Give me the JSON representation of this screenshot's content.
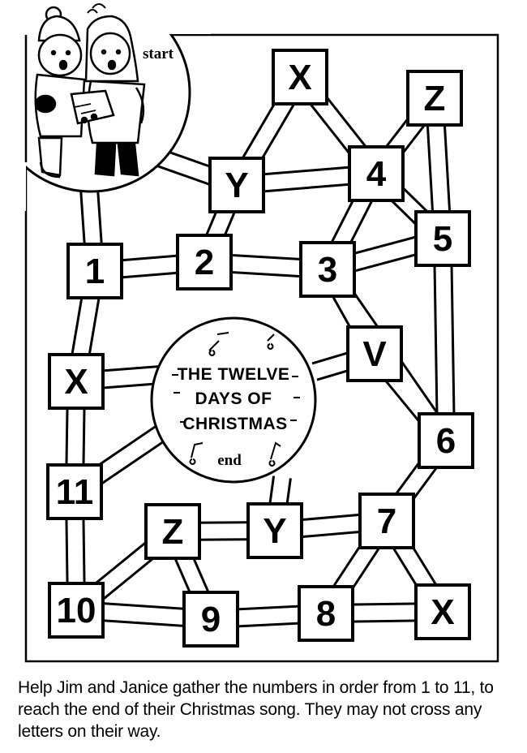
{
  "puzzle": {
    "start_label": "start",
    "end_label": "end",
    "title_lines": [
      "THE TWELVE",
      "DAYS OF",
      "CHRISTMAS"
    ],
    "nodes": [
      {
        "id": "n1",
        "label": "1"
      },
      {
        "id": "n2",
        "label": "2"
      },
      {
        "id": "n3",
        "label": "3"
      },
      {
        "id": "n4",
        "label": "4"
      },
      {
        "id": "n5",
        "label": "5"
      },
      {
        "id": "n6",
        "label": "6"
      },
      {
        "id": "n7",
        "label": "7"
      },
      {
        "id": "n8",
        "label": "8"
      },
      {
        "id": "n9",
        "label": "9"
      },
      {
        "id": "n10",
        "label": "10"
      },
      {
        "id": "n11",
        "label": "11"
      },
      {
        "id": "x-top",
        "label": "X"
      },
      {
        "id": "z-top",
        "label": "Z"
      },
      {
        "id": "y-top",
        "label": "Y"
      },
      {
        "id": "v-mid",
        "label": "V"
      },
      {
        "id": "x-left",
        "label": "X"
      },
      {
        "id": "z-bottom",
        "label": "Z"
      },
      {
        "id": "y-bottom",
        "label": "Y"
      },
      {
        "id": "x-bottom",
        "label": "X"
      }
    ],
    "instructions": "Help Jim and Janice gather the numbers in order from 1 to 11, to reach the end of their Christmas song. They may not cross any letters on their way."
  }
}
